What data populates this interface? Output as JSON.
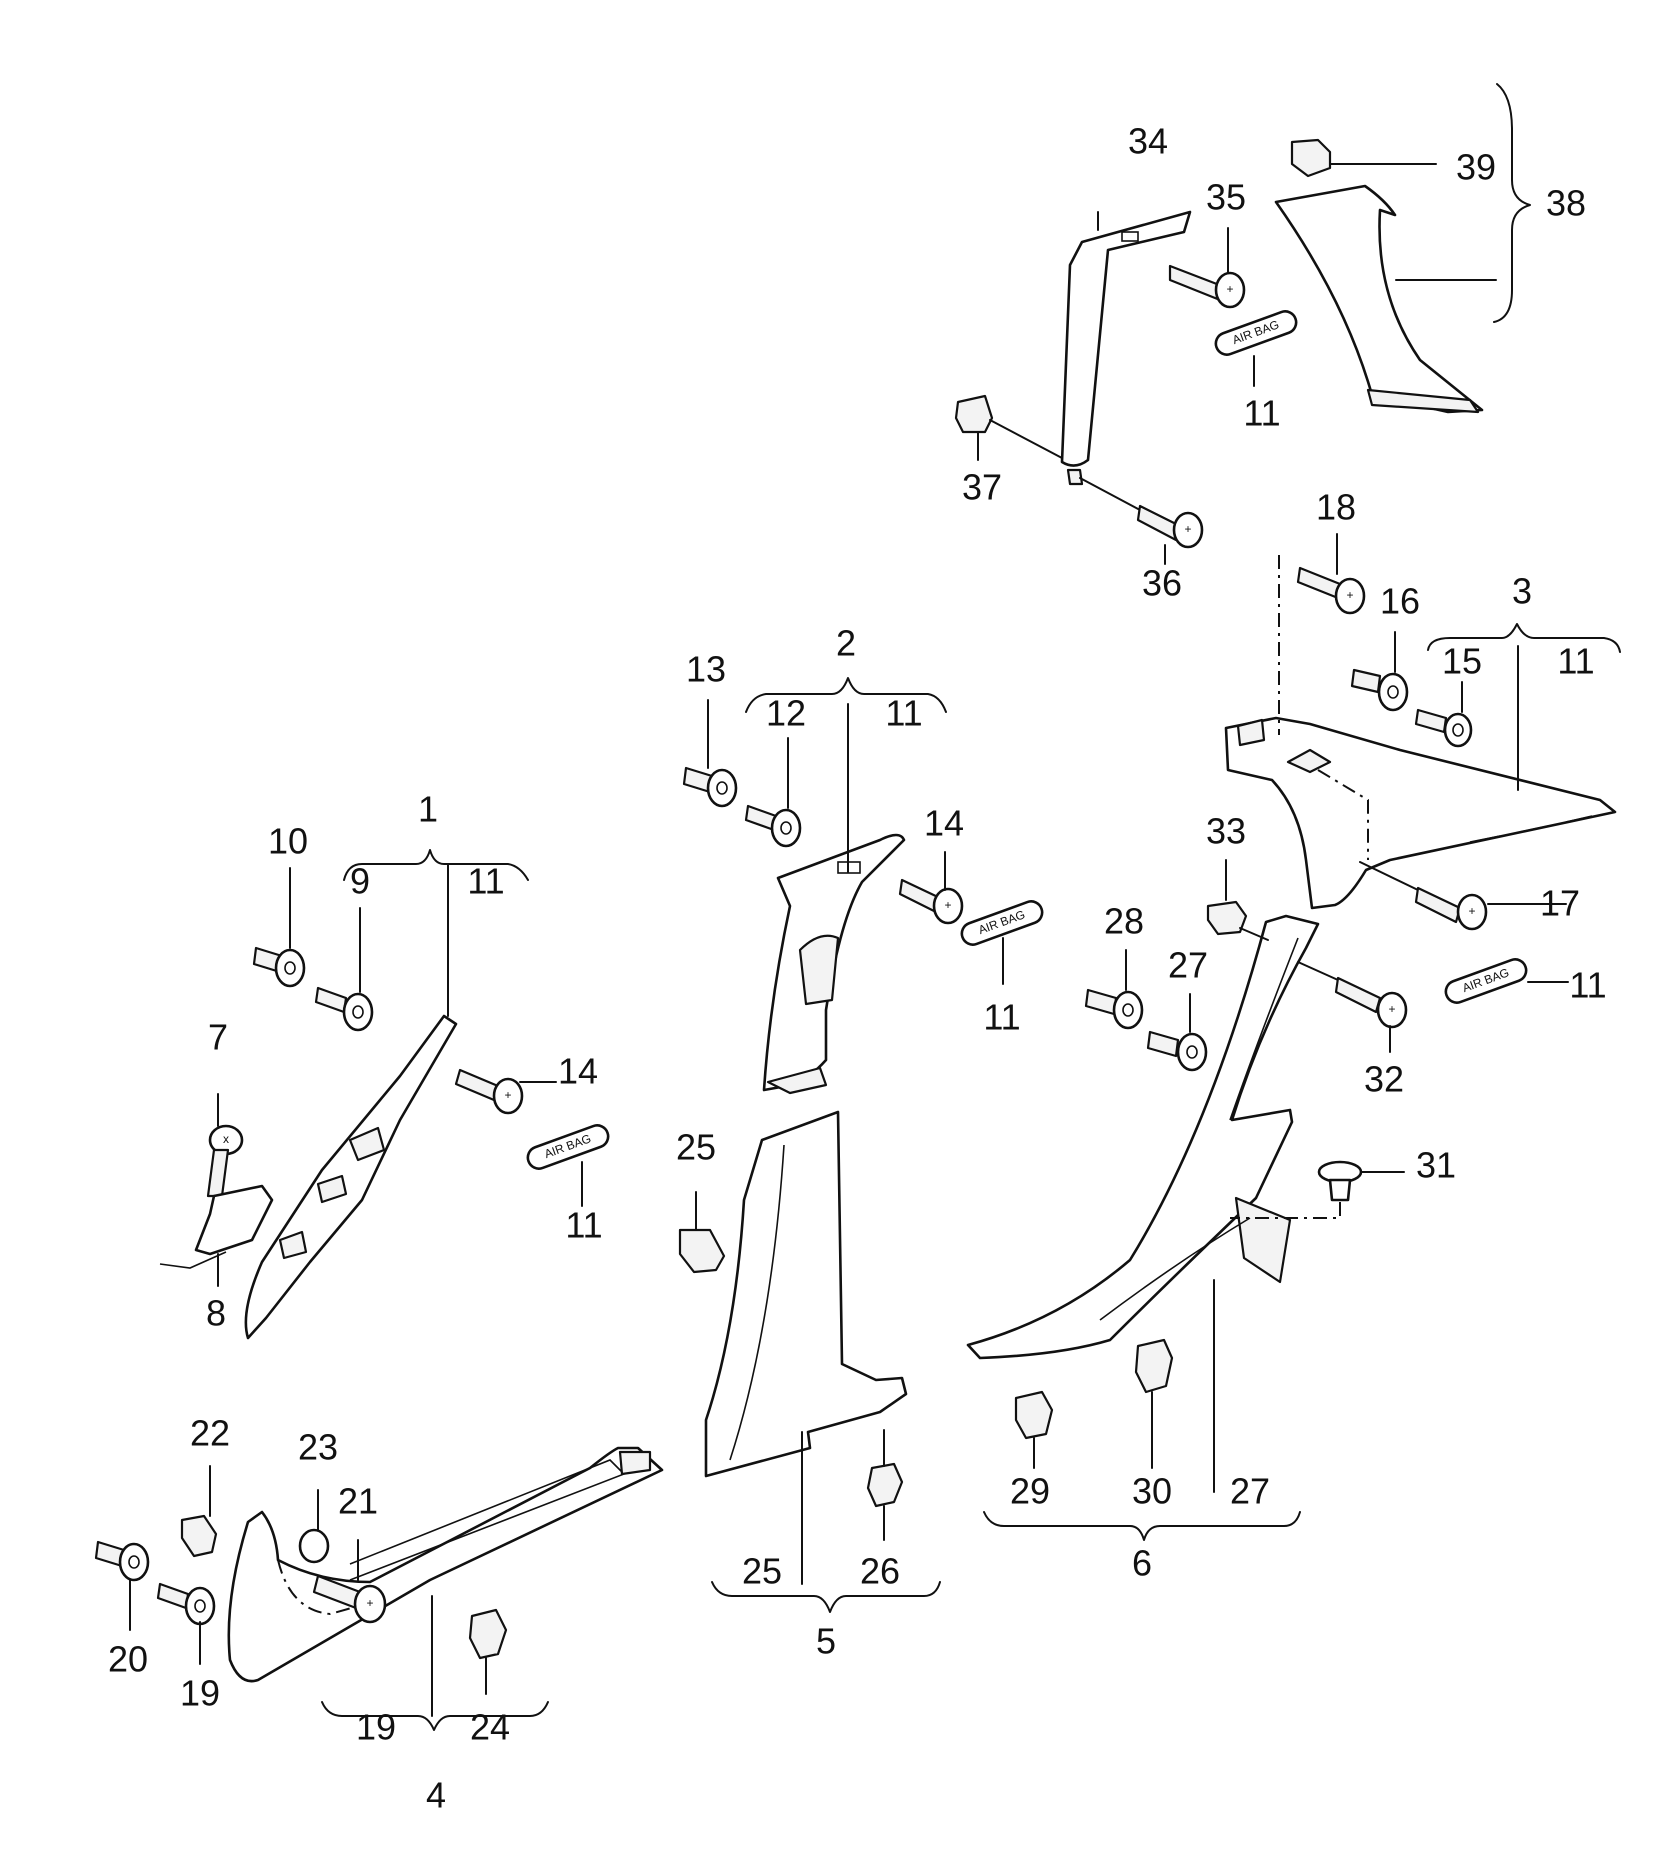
{
  "diagram": {
    "labels": [
      {
        "id": "l34",
        "text": "34"
      },
      {
        "id": "l35",
        "text": "35"
      },
      {
        "id": "l39",
        "text": "39"
      },
      {
        "id": "l38",
        "text": "38"
      },
      {
        "id": "l11a",
        "text": "11"
      },
      {
        "id": "l37",
        "text": "37"
      },
      {
        "id": "l36",
        "text": "36"
      },
      {
        "id": "l18",
        "text": "18"
      },
      {
        "id": "l16",
        "text": "16"
      },
      {
        "id": "l3",
        "text": "3"
      },
      {
        "id": "l15",
        "text": "15"
      },
      {
        "id": "l11b",
        "text": "11"
      },
      {
        "id": "l2",
        "text": "2"
      },
      {
        "id": "l13",
        "text": "13"
      },
      {
        "id": "l12",
        "text": "12"
      },
      {
        "id": "l11c",
        "text": "11"
      },
      {
        "id": "l14a",
        "text": "14"
      },
      {
        "id": "l11d",
        "text": "11"
      },
      {
        "id": "l33",
        "text": "33"
      },
      {
        "id": "l17",
        "text": "17"
      },
      {
        "id": "l28",
        "text": "28"
      },
      {
        "id": "l27a",
        "text": "27"
      },
      {
        "id": "l32",
        "text": "32"
      },
      {
        "id": "l11e",
        "text": "11"
      },
      {
        "id": "l1",
        "text": "1"
      },
      {
        "id": "l10",
        "text": "10"
      },
      {
        "id": "l9",
        "text": "9"
      },
      {
        "id": "l11f",
        "text": "11"
      },
      {
        "id": "l7",
        "text": "7"
      },
      {
        "id": "l14b",
        "text": "14"
      },
      {
        "id": "l11g",
        "text": "11"
      },
      {
        "id": "l8",
        "text": "8"
      },
      {
        "id": "l25a",
        "text": "25"
      },
      {
        "id": "l31",
        "text": "31"
      },
      {
        "id": "l22",
        "text": "22"
      },
      {
        "id": "l23",
        "text": "23"
      },
      {
        "id": "l21",
        "text": "21"
      },
      {
        "id": "l20",
        "text": "20"
      },
      {
        "id": "l19a",
        "text": "19"
      },
      {
        "id": "l24",
        "text": "24"
      },
      {
        "id": "l19b",
        "text": "19"
      },
      {
        "id": "l4",
        "text": "4"
      },
      {
        "id": "l25b",
        "text": "25"
      },
      {
        "id": "l26",
        "text": "26"
      },
      {
        "id": "l5",
        "text": "5"
      },
      {
        "id": "l29",
        "text": "29"
      },
      {
        "id": "l30",
        "text": "30"
      },
      {
        "id": "l27b",
        "text": "27"
      },
      {
        "id": "l6",
        "text": "6"
      }
    ],
    "airbag_tag_text": "AIR BAG"
  }
}
